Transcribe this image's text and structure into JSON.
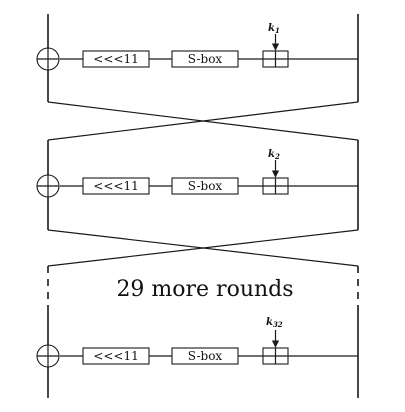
{
  "diagram": {
    "rounds": [
      {
        "rotate_label": "<<<11",
        "sbox_label": "S-box",
        "key_letter": "k",
        "key_sub": "1"
      },
      {
        "rotate_label": "<<<11",
        "sbox_label": "S-box",
        "key_letter": "k",
        "key_sub": "2"
      },
      {
        "rotate_label": "<<<11",
        "sbox_label": "S-box",
        "key_letter": "k",
        "key_sub": "32"
      }
    ],
    "gap_note": "29 more rounds",
    "icons": {
      "xor": "circled-plus-icon",
      "arrow": "arrow-down-icon",
      "adder": "modular-adder-icon"
    }
  }
}
